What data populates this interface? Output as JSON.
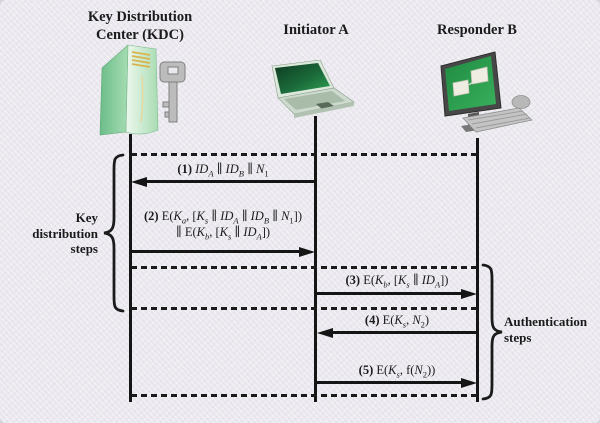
{
  "figure": {
    "actors": {
      "kdc": {
        "title_line1": "Key Distribution",
        "title_line2": "Center (KDC)",
        "icons": [
          "server-tower-icon",
          "key-icon"
        ]
      },
      "initiator": {
        "title": "Initiator A",
        "icon": "laptop-icon"
      },
      "responder": {
        "title": "Responder B",
        "icon": "desktop-computer-icon"
      }
    },
    "messages": [
      {
        "num": 1,
        "direction": "left",
        "lines": [
          "**(1)** *ID*~*A*~ ∥ *ID*~*B*~ ∥ *N*~1~"
        ]
      },
      {
        "num": 2,
        "direction": "right",
        "lines": [
          "**(2)** E(*K*~*a*~, [*K*~*s*~ ∥ *ID*~*A*~ ∥ *ID*~*B*~ ∥ *N*~1~])",
          "∥ E(*K*~*b*~, [*K*~*s*~ ∥ *ID*~*A*~])"
        ]
      },
      {
        "num": 3,
        "direction": "right",
        "lines": [
          "**(3)** E(*K*~*b*~, [*K*~*s*~ ∥ *ID*~*A*~])"
        ]
      },
      {
        "num": 4,
        "direction": "left",
        "lines": [
          "**(4)** E(*K*~*s*~, *N*~2~)"
        ]
      },
      {
        "num": 5,
        "direction": "right",
        "lines": [
          "**(5)** E(*K*~*s*~, f(*N*~2~))"
        ]
      }
    ],
    "phases": {
      "key_distribution": {
        "lines": [
          "Key",
          "distribution",
          "steps"
        ]
      },
      "authentication": {
        "lines": [
          "Authentication",
          "steps"
        ]
      }
    },
    "colors": {
      "background": "#ebe9ef",
      "line": "#1b1b1b",
      "server_green_light": "#e9f7ea",
      "server_green_dark": "#7cc793",
      "screen_green": "#2d9e50",
      "vent_yellow": "#d8b44e",
      "metal_gray": "#bcbcbc"
    }
  }
}
